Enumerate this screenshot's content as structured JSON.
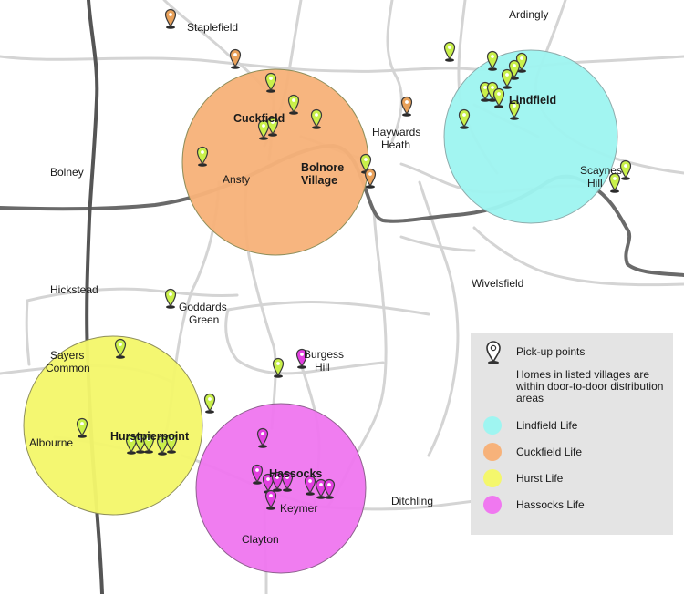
{
  "colors": {
    "lindfield": "#9ff5f1",
    "cuckfield": "#f7b27a",
    "hurst": "#f4f76c",
    "hassocks": "#f078f0",
    "road": "#d4d4d4",
    "main_road": "#555555",
    "highway": "#6a6a6a",
    "pin_green": "#c9f04a",
    "pin_orange": "#e9a15a",
    "pin_magenta": "#e23fe0"
  },
  "places": {
    "staplefield": "Staplefield",
    "ardingly": "Ardingly",
    "cuckfield": "Cuckfield",
    "lindfield": "Lindfield",
    "haywards_heath_1": "Haywards",
    "haywards_heath_2": "Heath",
    "bolney": "Bolney",
    "ansty": "Ansty",
    "bolnore_1": "Bolnore",
    "bolnore_2": "Village",
    "scaynes_1": "Scaynes",
    "scaynes_2": "Hill",
    "hickstead": "Hickstead",
    "wivelsfield": "Wivelsfield",
    "goddards_1": "Goddards",
    "goddards_2": "Green",
    "sayers_1": "Sayers",
    "sayers_2": "Common",
    "burgess_1": "Burgess",
    "burgess_2": "Hill",
    "albourne": "Albourne",
    "hurstpierpoint": "Hurstpierpoint",
    "hassocks": "Hassocks",
    "keymer": "Keymer",
    "ditchling": "Ditchling",
    "clayton": "Clayton"
  },
  "legend": {
    "pickup": "Pick-up points",
    "note": "Homes in listed villages are within door-to-door distribution areas",
    "lindfield": "Lindfield Life",
    "cuckfield": "Cuckfield Life",
    "hurst": "Hurst Life",
    "hassocks": "Hassocks Life"
  }
}
